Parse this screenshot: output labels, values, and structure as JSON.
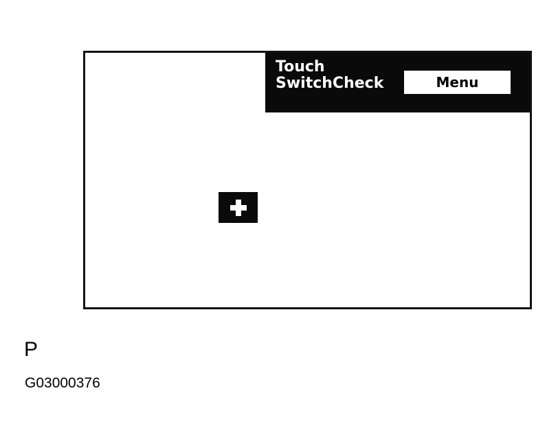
{
  "screen": {
    "header": {
      "title_line1": "Touch",
      "title_line2": "SwitchCheck",
      "menu_label": "Menu"
    },
    "target": {
      "icon": "plus-cross-icon"
    }
  },
  "caption": {
    "label": "P",
    "figure_id": "G03000376"
  },
  "colors": {
    "background": "#ffffff",
    "panel": "#0a0a0a",
    "text_on_panel": "#ffffff"
  }
}
